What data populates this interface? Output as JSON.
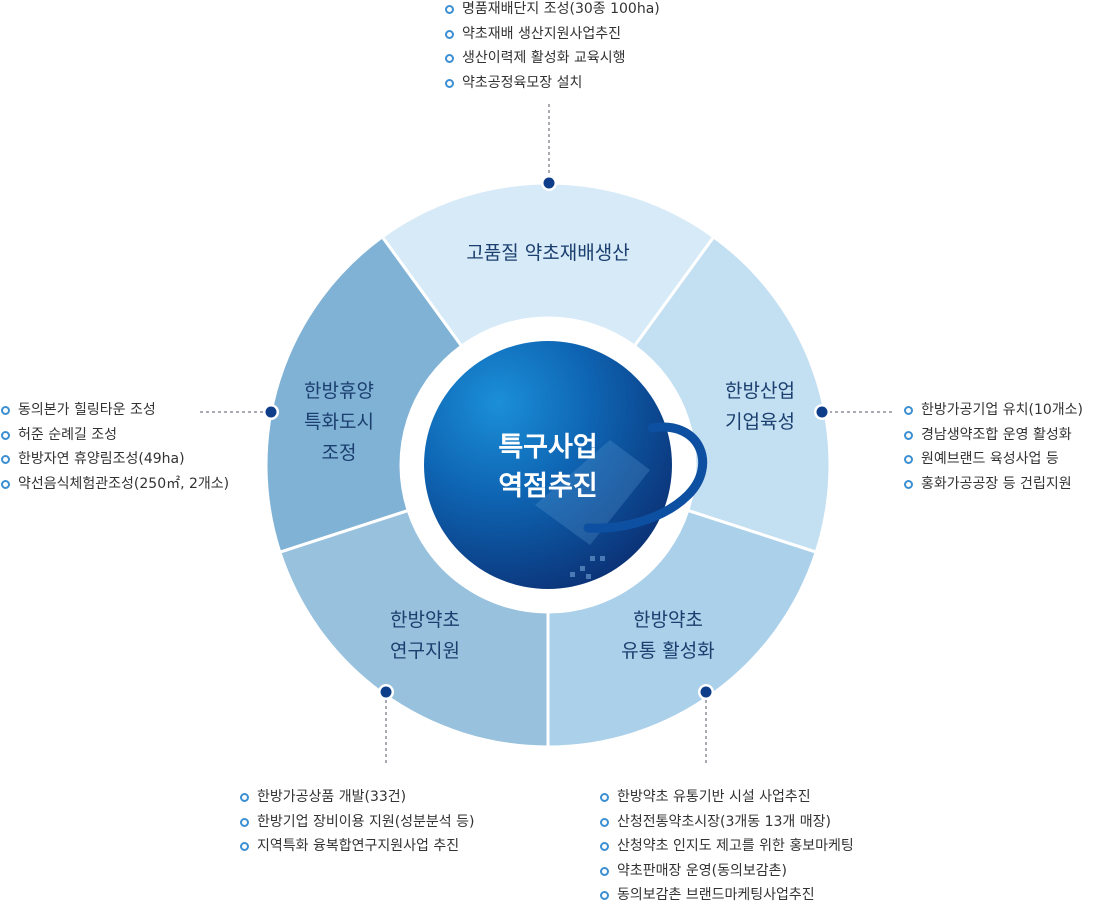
{
  "center": {
    "line1": "특구사업",
    "line2": "역점추진"
  },
  "segments": {
    "top": {
      "label": "고품질 약초재배생산"
    },
    "right": {
      "line1": "한방산업",
      "line2": "기업육성"
    },
    "bottom_right": {
      "line1": "한방약초",
      "line2": "유통 활성화"
    },
    "bottom_left": {
      "line1": "한방약초",
      "line2": "연구지원"
    },
    "left": {
      "line1": "한방휴양",
      "line2": "특화도시",
      "line3": "조정"
    }
  },
  "lists": {
    "top": [
      "명품재배단지 조성(30종 100ha)",
      "약초재배 생산지원사업추진",
      "생산이력제 활성화 교육시행",
      "약초공정육모장 설치"
    ],
    "right": [
      "한방가공기업 유치(10개소)",
      "경남생약조합 운영 활성화",
      "원예브랜드 육성사업 등",
      "홍화가공공장 등 건립지원"
    ],
    "bottom_right": [
      "한방약초 유통기반 시설 사업추진",
      "산청전통약초시장(3개동 13개 매장)",
      "산청약초 인지도 제고를 위한 홍보마케팅",
      "약초판매장 운영(동의보감촌)",
      "동의보감촌 브랜드마케팅사업추진"
    ],
    "bottom_left": [
      "한방가공상품 개발(33건)",
      "한방기업 장비이용 지원(성분분석 등)",
      "지역특화 융복합연구지원사업 추진"
    ],
    "left": [
      "동의본가 힐링타운 조성",
      "허준 순례길 조성",
      "한방자연 휴양림조성(49ha)",
      "약선음식체험관조성(250㎡, 2개소)"
    ]
  },
  "colors": {
    "top": "#d6eaf8",
    "right": "#c3dff2",
    "bottom_right": "#abd0ea",
    "bottom_left": "#98c1dd",
    "left": "#80b2d6",
    "dot": "#0e3d8a",
    "bullet": "#3b8fd2"
  }
}
